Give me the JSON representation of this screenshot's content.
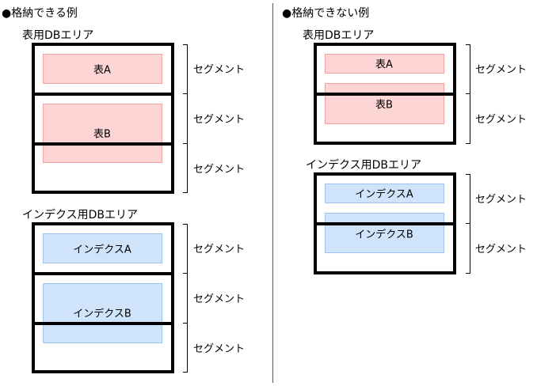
{
  "left": {
    "heading": "●格納できる例",
    "table_area_label": "表用DBエリア",
    "index_area_label": "インデクス用DBエリア",
    "table_box_a": "表A",
    "table_box_b": "表B",
    "index_box_a": "インデクスA",
    "index_box_b": "インデクスB",
    "table_segments": [
      "セグメント",
      "セグメント",
      "セグメント"
    ],
    "index_segments": [
      "セグメント",
      "セグメント",
      "セグメント"
    ]
  },
  "right": {
    "heading": "●格納できない例",
    "table_area_label": "表用DBエリア",
    "index_area_label": "インデクス用DBエリア",
    "table_box_a": "表A",
    "table_box_b": "表B",
    "index_box_a": "インデクスA",
    "index_box_b": "インデクスB",
    "table_segments": [
      "セグメント",
      "セグメント"
    ],
    "index_segments": [
      "セグメント",
      "セグメント"
    ]
  },
  "colors": {
    "table_fill": "#fdd5d5",
    "index_fill": "#cfe4fb",
    "frame": "#000000"
  }
}
